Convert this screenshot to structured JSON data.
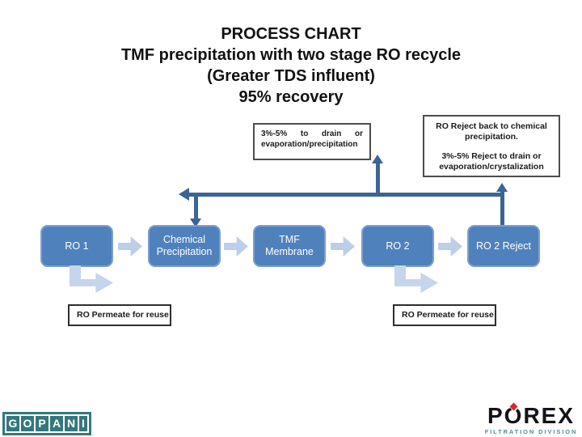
{
  "title": {
    "lines": [
      "PROCESS CHART",
      "TMF precipitation with two stage RO recycle",
      "(Greater TDS influent)",
      "95% recovery"
    ]
  },
  "flow": {
    "nodes": [
      {
        "label": "RO 1"
      },
      {
        "label": "Chemical Precipitation"
      },
      {
        "label": "TMF Membrane"
      },
      {
        "label": "RO 2"
      },
      {
        "label": "RO 2 Reject"
      }
    ]
  },
  "annotations": {
    "drain_note": "3%-5% to drain or evaporation/precipitation",
    "reject_note_line1": "RO Reject back to chemical precipitation.",
    "reject_note_line2": "3%-5% Reject to drain or evaporation/crystalization",
    "permeate_left": "RO Permeate for reuse",
    "permeate_right": "RO Permeate for reuse"
  },
  "logos": {
    "gopani": {
      "letters": [
        "G",
        "O",
        "P",
        "A",
        "N",
        "I"
      ]
    },
    "porex": {
      "p": "P",
      "o": "O",
      "rex": "REX",
      "subtitle": "FILTRATION DIVISION"
    }
  },
  "colors": {
    "node_fill": "#4f81bd",
    "node_border": "#7d9fcd",
    "flow_arrow": "#bccfe8",
    "elbow_arrow": "#c5d5eb",
    "connector": "#3c6496",
    "gopani_teal": "#35787c",
    "porex_red": "#d6252e",
    "porex_subtitle": "#4f8d98"
  }
}
